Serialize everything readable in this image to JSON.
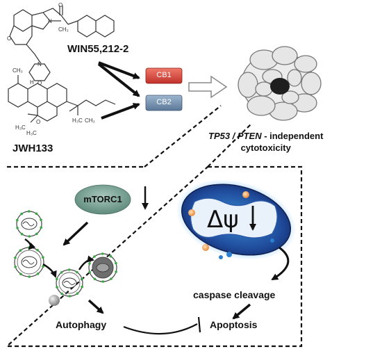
{
  "compounds": {
    "win": "WIN55,212-2",
    "jwh": "JWH133"
  },
  "receptors": {
    "cb1": "CB1",
    "cb2": "CB2"
  },
  "cytotoxicity": {
    "genes": "TP53 / PTEN",
    "suffix": " - independent",
    "line2": "cytotoxicity"
  },
  "pathway": {
    "mtorc1": "mTORC1",
    "delta_psi": "Δψ",
    "caspase": "caspase cleavage",
    "autophagy": "Autophagy",
    "apoptosis": "Apoptosis"
  },
  "colors": {
    "cb1": "#d9453a",
    "cb2": "#6f8fb0",
    "mtorc1": "#6f9a8c",
    "mito_dark": "#1a2f6b",
    "mito_light": "#3aa0e0",
    "autophagosome_dot": "#3aa845",
    "cell": "#e6e6e6",
    "nucleus": "#222222"
  }
}
